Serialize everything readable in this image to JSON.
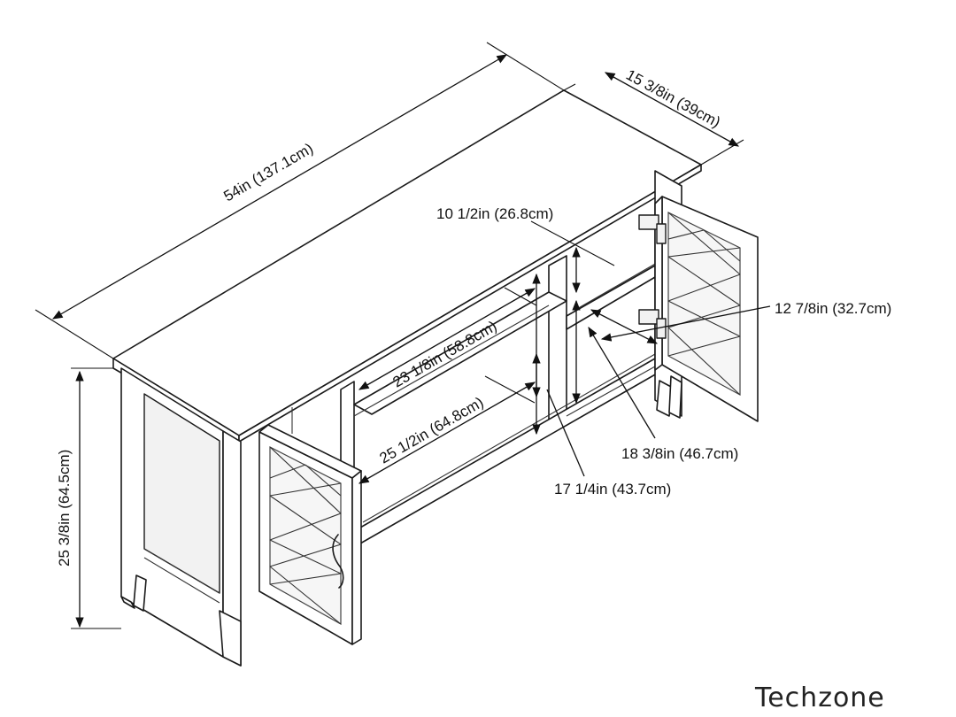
{
  "dimensions": {
    "width": "54in (137.1cm)",
    "depth": "15 3/8in (39cm)",
    "height": "25 3/8in (64.5cm)",
    "upper_shelf_height": "10 1/2in (26.8cm)",
    "door_width": "12 7/8in (32.7cm)",
    "upper_shelf_width": "23 1/8in (58.8cm)",
    "lower_shelf_width": "25 1/2in (64.8cm)",
    "lower_opening_height": "17 1/4in (43.7cm)",
    "cabinet_depth": "18 3/8in (46.7cm)"
  },
  "brand": {
    "name": "Techzone"
  },
  "colors": {
    "line": "#1a1a1a",
    "background": "#ffffff"
  },
  "icons": {
    "door_handle": "curved-handle-icon",
    "hinge": "hinge-icon"
  }
}
